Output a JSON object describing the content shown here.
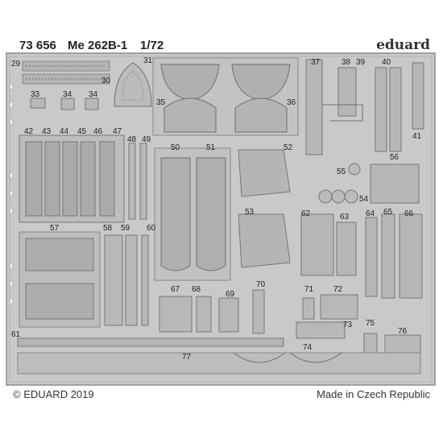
{
  "header": {
    "set_number": "73 656",
    "aircraft": "Me 262B-1",
    "scale": "1/72",
    "brand": "eduard"
  },
  "footer": {
    "copyright": "© EDUARD 2019",
    "origin": "Made in Czech Republic"
  },
  "part_numbers": [
    "29",
    "30",
    "31",
    "33",
    "34",
    "34",
    "35",
    "36",
    "37",
    "38",
    "39",
    "40",
    "41",
    "42",
    "43",
    "44",
    "45",
    "46",
    "47",
    "48",
    "49",
    "50",
    "51",
    "52",
    "53",
    "54",
    "55",
    "56",
    "57",
    "58",
    "59",
    "60",
    "61",
    "62",
    "63",
    "64",
    "65",
    "66",
    "67",
    "68",
    "69",
    "70",
    "71",
    "72",
    "73",
    "74",
    "75",
    "76",
    "77"
  ],
  "colors": {
    "fret_bg": "#c9c9c9",
    "fret_dark": "#a9a9a9",
    "fret_edge": "#8c8c8c",
    "etch_line": "#6e6e6e",
    "text": "#222222"
  }
}
